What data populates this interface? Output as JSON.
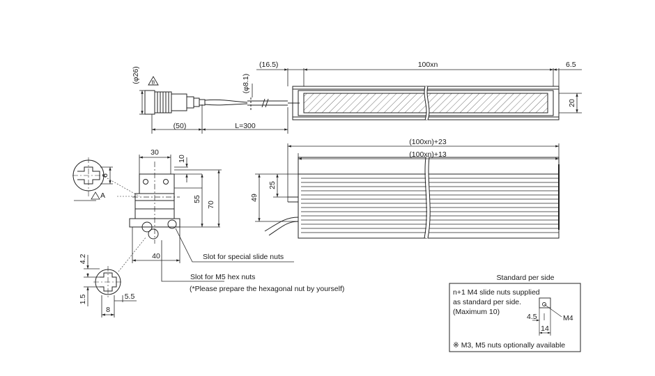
{
  "top_view": {
    "dim_connector_dia": "(φ26)",
    "dim_cable_dia": "(φ8.1)",
    "dim_left_offset": "(16.5)",
    "dim_pitch": "100xn",
    "dim_right_offset": "6.5",
    "dim_width": "20",
    "dim_connector_len": "(50)",
    "dim_cable_len": "L=300",
    "warning_label": "B"
  },
  "side_view": {
    "dim_overall": "(100xn)+23",
    "dim_inner": "(100xn)+13",
    "dim_height_total": "49",
    "dim_height_partial": "25"
  },
  "section_view": {
    "dim_top_width": "30",
    "dim_top_offset": "10",
    "dim_height_55": "55",
    "dim_height_70": "70",
    "dim_bottom_width": "40",
    "label_special_slot": "Slot for special slide nuts",
    "label_m5_slot": "Slot for M5 hex nuts",
    "label_m5_note": "(*Please prepare the hexagonal nut by yourself)"
  },
  "detail_a": {
    "dim_slot": "6",
    "label": "A"
  },
  "detail_b": {
    "dim_42": "4.2",
    "dim_15": "1.5",
    "dim_8": "8",
    "dim_55": "5.5"
  },
  "standard_box": {
    "title": "Standard per side",
    "line1": "n+1 M4 slide nuts supplied",
    "line2": "as standard per side.",
    "line3": "(Maximum 10)",
    "dim_45": "4.5",
    "dim_14": "14",
    "label_m4": "M4",
    "footnote": "※ M3, M5 nuts optionally available"
  }
}
